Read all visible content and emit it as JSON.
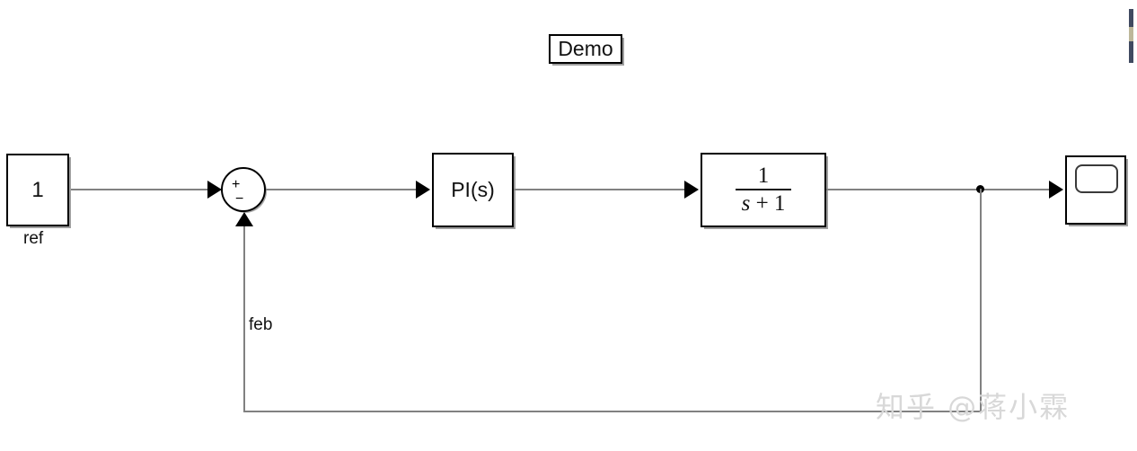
{
  "diagram": {
    "title": "Demo",
    "blocks": {
      "constant": {
        "value": "1",
        "label": "ref"
      },
      "sum": {
        "plus_sign": "+",
        "minus_sign": "−"
      },
      "controller": {
        "text": "PI(s)"
      },
      "plant": {
        "numerator": "1",
        "denominator_var": "s",
        "denominator_rest": "+ 1"
      },
      "scope": {
        "icon": "scope-screen-icon"
      }
    },
    "signals": {
      "feedback_label": "feb"
    }
  },
  "watermark": {
    "text": "知乎 @蒋小霖"
  },
  "colors": {
    "wire": "#818181",
    "block_border": "#000000",
    "background": "#ffffff",
    "watermark": "#d8d8d8",
    "corner_strip": "#404a60"
  }
}
